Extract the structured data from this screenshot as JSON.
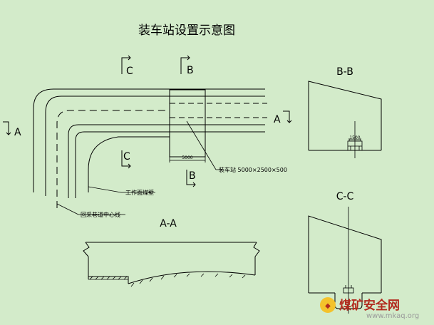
{
  "title": "装车站设置示意图",
  "sections": {
    "c_top": "C",
    "b_top": "B",
    "a_left": "A",
    "a_right": "A",
    "c_mid": "C",
    "b_bottom": "B",
    "bb_title": "B-B",
    "cc_title": "C-C",
    "aa_title": "A-A"
  },
  "dimensions": {
    "station_width": "5000",
    "small_width": "1500"
  },
  "labels": {
    "station": "装车站 5000×2500×500",
    "wall": "工作面煤壁",
    "tunnel_center": "回采巷道中心线"
  },
  "watermark": {
    "text": "煤矿安全网",
    "url": "www.mkaq.org"
  },
  "colors": {
    "background": "#D3EBCA",
    "line": "#000000",
    "watermark": "#B22A1E"
  }
}
